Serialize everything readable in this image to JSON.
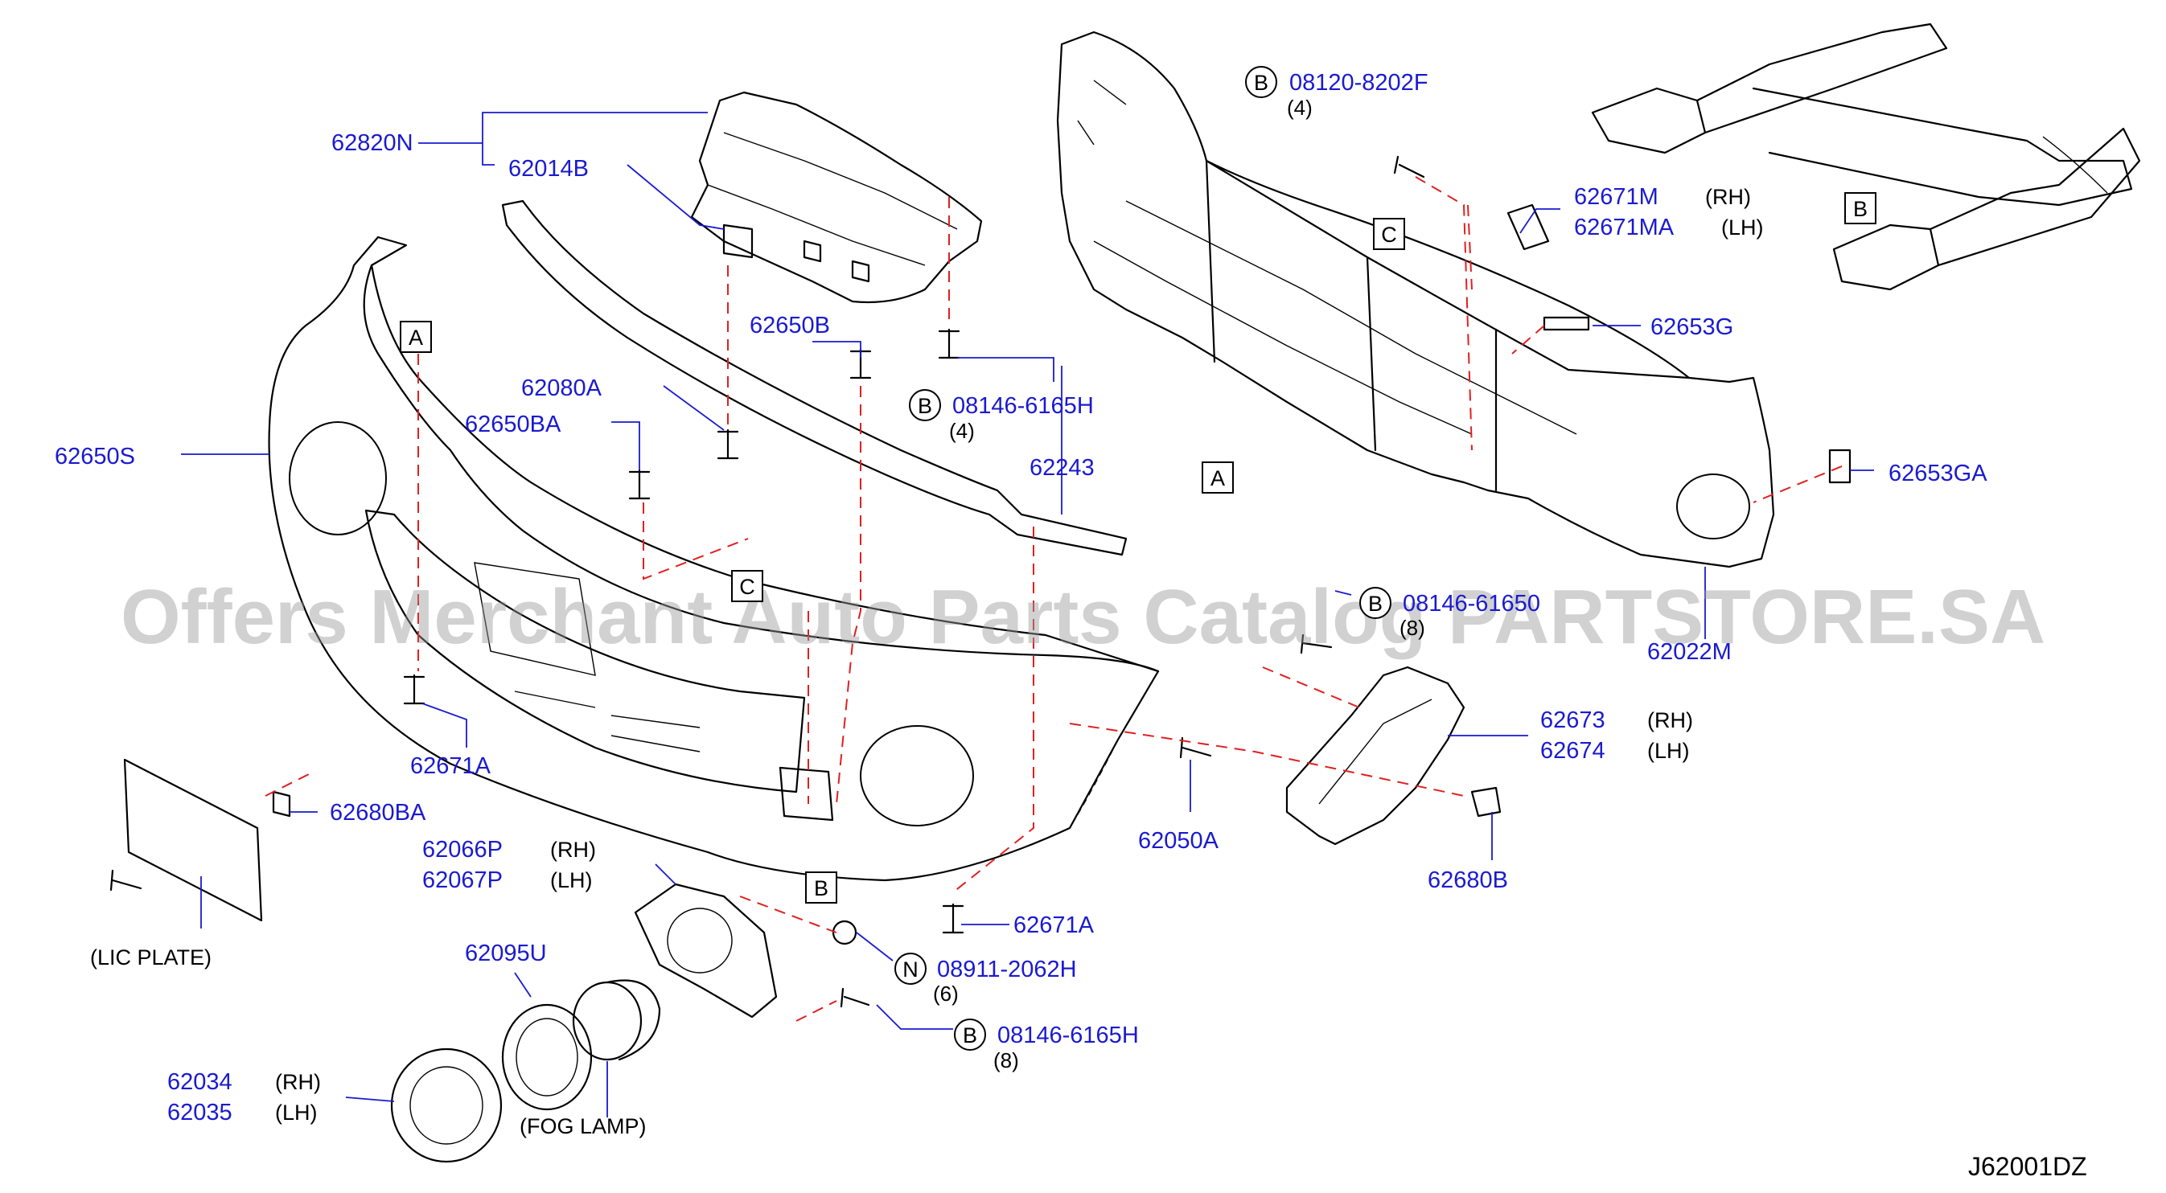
{
  "diagram": {
    "code": "J62001DZ",
    "watermark": "Offers Merchant Auto Parts Catalog PARTSTORE.SA",
    "labels": {
      "p62820N": "62820N",
      "p62014B": "62014B",
      "p62650S": "62650S",
      "p62650B": "62650B",
      "p62080A": "62080A",
      "p62650BA": "62650BA",
      "p62243": "62243",
      "p62671A_left": "62671A",
      "p62671A_bottom": "62671A",
      "p62680BA": "62680BA",
      "p62066P": "62066P",
      "p62067P": "62067P",
      "p62095U": "62095U",
      "p62034": "62034",
      "p62035": "62035",
      "p62050A": "62050A",
      "p62680B": "62680B",
      "p62673": "62673",
      "p62674": "62674",
      "p62022M": "62022M",
      "p62653GA": "62653GA",
      "p62653G": "62653G",
      "p62671M": "62671M",
      "p62671MA": "62671MA",
      "b08120": "08120-8202F",
      "b08146_top": "08146-6165H",
      "b08146_mid": "08146-61650",
      "n08911": "08911-2062H",
      "b08146_bottom": "08146-6165H"
    },
    "side": {
      "rh": "(RH)",
      "lh": "(LH)"
    },
    "notes": {
      "lic_plate": "(LIC   PLATE)",
      "fog_lamp": "(FOG   LAMP)"
    },
    "quantities": {
      "q4a": "(4)",
      "q4b": "(4)",
      "q8mid": "(8)",
      "q6": "(6)",
      "q8": "(8)"
    },
    "callouts": {
      "A": "A",
      "B": "B",
      "C": "C",
      "N": "N"
    }
  }
}
